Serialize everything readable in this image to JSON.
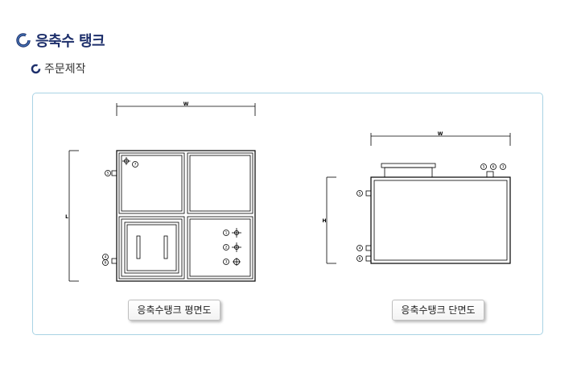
{
  "page": {
    "title": "응축수 탱크",
    "subtitle": "주문제작",
    "title_icon": "ring-arrow-icon",
    "accent_color": "#1d2f6b",
    "panel_border_color": "#a9d3e4"
  },
  "drawings": {
    "plan": {
      "caption": "응축수탱크 평면도",
      "width_label": "W",
      "height_label": "L",
      "ports": [
        "5",
        "7",
        "4",
        "6",
        "1",
        "2",
        "3"
      ]
    },
    "section": {
      "caption": "응축수탱크 단면도",
      "width_label": "W",
      "height_label": "H",
      "ports": [
        "5",
        "6",
        "3",
        "5",
        "4",
        "6"
      ]
    }
  }
}
